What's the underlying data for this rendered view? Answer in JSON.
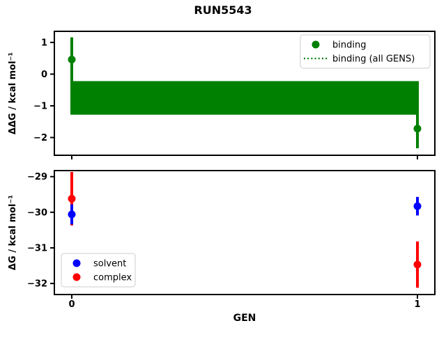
{
  "title": "RUN5543",
  "colors": {
    "green": "#008000",
    "blue": "#0000ff",
    "red": "#ff0000",
    "axis": "#000000",
    "legend_border": "#cccccc",
    "background": "#ffffff"
  },
  "chart_data": [
    {
      "type": "scatter",
      "ylabel": "ΔΔG / kcal mol⁻¹",
      "ylim": [
        -2.56,
        1.35
      ],
      "yticks": [
        {
          "value": 1,
          "label": "1"
        },
        {
          "value": 0,
          "label": "0"
        },
        {
          "value": -1,
          "label": "−1"
        },
        {
          "value": -2,
          "label": "−2"
        }
      ],
      "xlim": [
        -0.0504,
        1.0504
      ],
      "xticks": [
        {
          "value": 0,
          "label": ""
        },
        {
          "value": 1,
          "label": ""
        }
      ],
      "grid": false,
      "band": {
        "name": "binding (all GENS)",
        "x_start": 0,
        "x_end": 1,
        "y_low": -1.28,
        "y_high": -0.22,
        "color": "green"
      },
      "series": [
        {
          "name": "binding",
          "color": "green",
          "marker": "circle",
          "points": [
            {
              "x": 0,
              "y": 0.46,
              "yerr": 0.7
            },
            {
              "x": 1,
              "y": -1.72,
              "yerr": 0.62
            }
          ]
        }
      ],
      "legend": {
        "position": "upper-right",
        "entries": [
          {
            "label": "binding",
            "symbol": "dot",
            "color": "green"
          },
          {
            "label": "binding (all GENS)",
            "symbol": "dotted-line",
            "color": "green"
          }
        ]
      }
    },
    {
      "type": "scatter",
      "xlabel": "GEN",
      "ylabel": "ΔG / kcal mol⁻¹",
      "ylim": [
        -32.31,
        -28.83
      ],
      "yticks": [
        {
          "value": -29,
          "label": "−29"
        },
        {
          "value": -30,
          "label": "−30"
        },
        {
          "value": -31,
          "label": "−31"
        },
        {
          "value": -32,
          "label": "−32"
        }
      ],
      "xlim": [
        -0.0504,
        1.0504
      ],
      "xticks": [
        {
          "value": 0,
          "label": "0"
        },
        {
          "value": 1,
          "label": "1"
        }
      ],
      "grid": false,
      "series": [
        {
          "name": "complex",
          "color": "red",
          "marker": "circle",
          "points": [
            {
              "x": 0,
              "y": -29.62,
              "yerr": 0.75
            },
            {
              "x": 1,
              "y": -31.47,
              "yerr": 0.65
            }
          ]
        },
        {
          "name": "solvent",
          "color": "blue",
          "marker": "circle",
          "points": [
            {
              "x": 0,
              "y": -30.06,
              "yerr": 0.28
            },
            {
              "x": 1,
              "y": -29.83,
              "yerr": 0.26
            }
          ]
        }
      ],
      "legend": {
        "position": "lower-left",
        "entries": [
          {
            "label": "solvent",
            "symbol": "dot",
            "color": "blue"
          },
          {
            "label": "complex",
            "symbol": "dot",
            "color": "red"
          }
        ]
      }
    }
  ]
}
